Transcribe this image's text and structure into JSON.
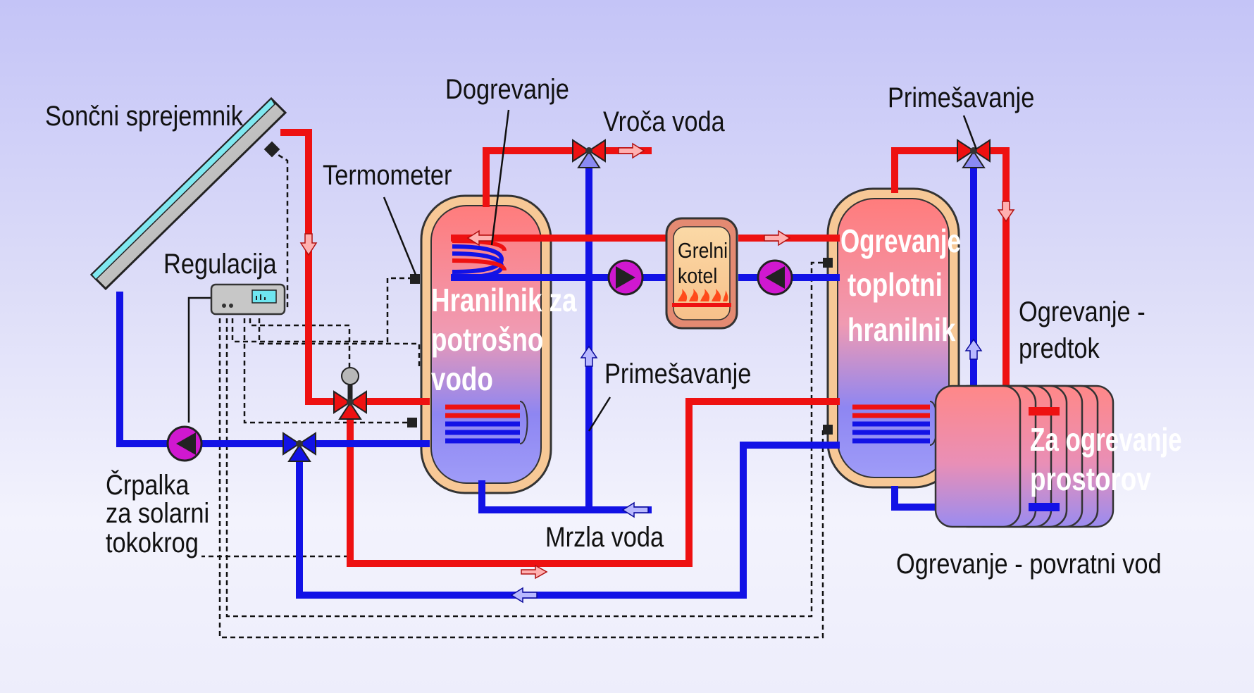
{
  "labels": {
    "solar_collector": "Sončni sprejemnik",
    "regulation": "Regulacija",
    "thermometer": "Termometer",
    "reheating": "Dogrevanje",
    "hot_water": "Vroča voda",
    "mixing_top": "Primešavanje",
    "mixing_mid": "Primešavanje",
    "pump_line1": "Črpalka",
    "pump_line2": "za solarni",
    "pump_line3": "tokokrog",
    "cold_water": "Mrzla voda",
    "heating_flow_line1": "Ogrevanje -",
    "heating_flow_line2": "predtok",
    "heating_return": "Ogrevanje - povratni vod"
  },
  "tank_dhw": {
    "line1": "Hranilnik za",
    "line2": "potrošno",
    "line3": "vodo"
  },
  "tank_heating": {
    "line1": "Ogrevanje",
    "line2": "toplotni",
    "line3": "hranilnik"
  },
  "boiler": {
    "line1": "Grelni",
    "line2": "kotel"
  },
  "radiator": {
    "line1": "Za ogrevanje",
    "line2": "prostorov"
  },
  "colors": {
    "hot_pipe": "#ee1111",
    "cold_pipe": "#1212e6",
    "tank_shell": "#f7c896",
    "pump": "#d018d0",
    "collector_glass": "#7fe8f0"
  }
}
